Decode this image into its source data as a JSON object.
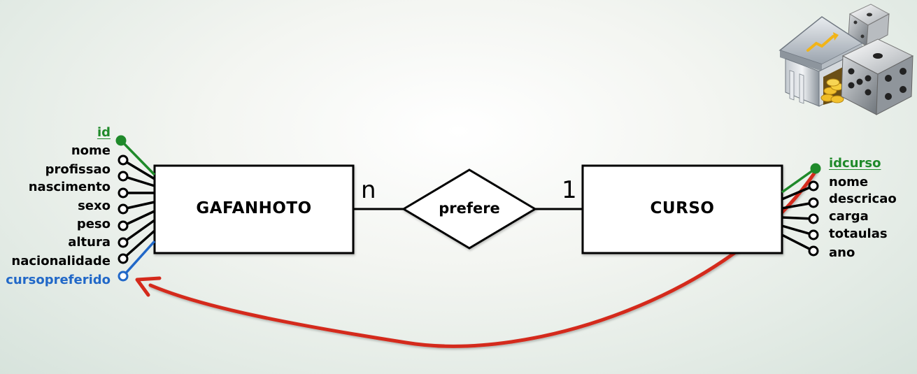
{
  "entities": {
    "left": {
      "name": "GAFANHOTO",
      "attributes": [
        {
          "name": "id",
          "kind": "primary-key"
        },
        {
          "name": "nome",
          "kind": "normal"
        },
        {
          "name": "profissao",
          "kind": "normal"
        },
        {
          "name": "nascimento",
          "kind": "normal"
        },
        {
          "name": "sexo",
          "kind": "normal"
        },
        {
          "name": "peso",
          "kind": "normal"
        },
        {
          "name": "altura",
          "kind": "normal"
        },
        {
          "name": "nacionalidade",
          "kind": "normal"
        },
        {
          "name": "cursopreferido",
          "kind": "foreign-key"
        }
      ]
    },
    "right": {
      "name": "CURSO",
      "attributes": [
        {
          "name": "idcurso",
          "kind": "primary-key"
        },
        {
          "name": "nome",
          "kind": "normal"
        },
        {
          "name": "descricao",
          "kind": "normal"
        },
        {
          "name": "carga",
          "kind": "normal"
        },
        {
          "name": "totaulas",
          "kind": "normal"
        },
        {
          "name": "ano",
          "kind": "normal"
        }
      ]
    }
  },
  "relationship": {
    "name": "prefere",
    "cardinality_left": "n",
    "cardinality_right": "1"
  },
  "colors": {
    "primary_key": "#1f8a2a",
    "foreign_key": "#2168c8",
    "arrow": "#d42a1c",
    "line": "#000000"
  },
  "icons": {
    "logo": "bank-and-dice-icon"
  }
}
